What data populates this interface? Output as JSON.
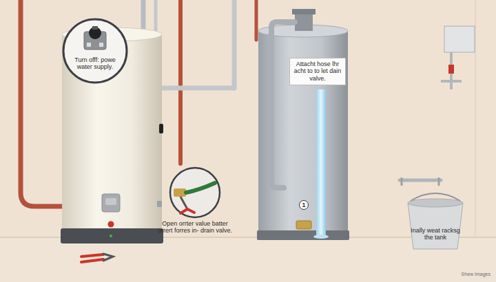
{
  "diagram": {
    "nodes": [
      {
        "text": [
          "Turn offf: powe water supply."
        ]
      },
      {
        "text": [
          "Attacht hose lhr acht to to let dain valve."
        ]
      },
      {
        "text": [
          "Open orrter value batter orrert forres in- drain valve."
        ]
      },
      {
        "text": [
          "1"
        ]
      }
    ],
    "labels": [
      "Inally weat racksg the tank",
      "Shew Images"
    ]
  }
}
